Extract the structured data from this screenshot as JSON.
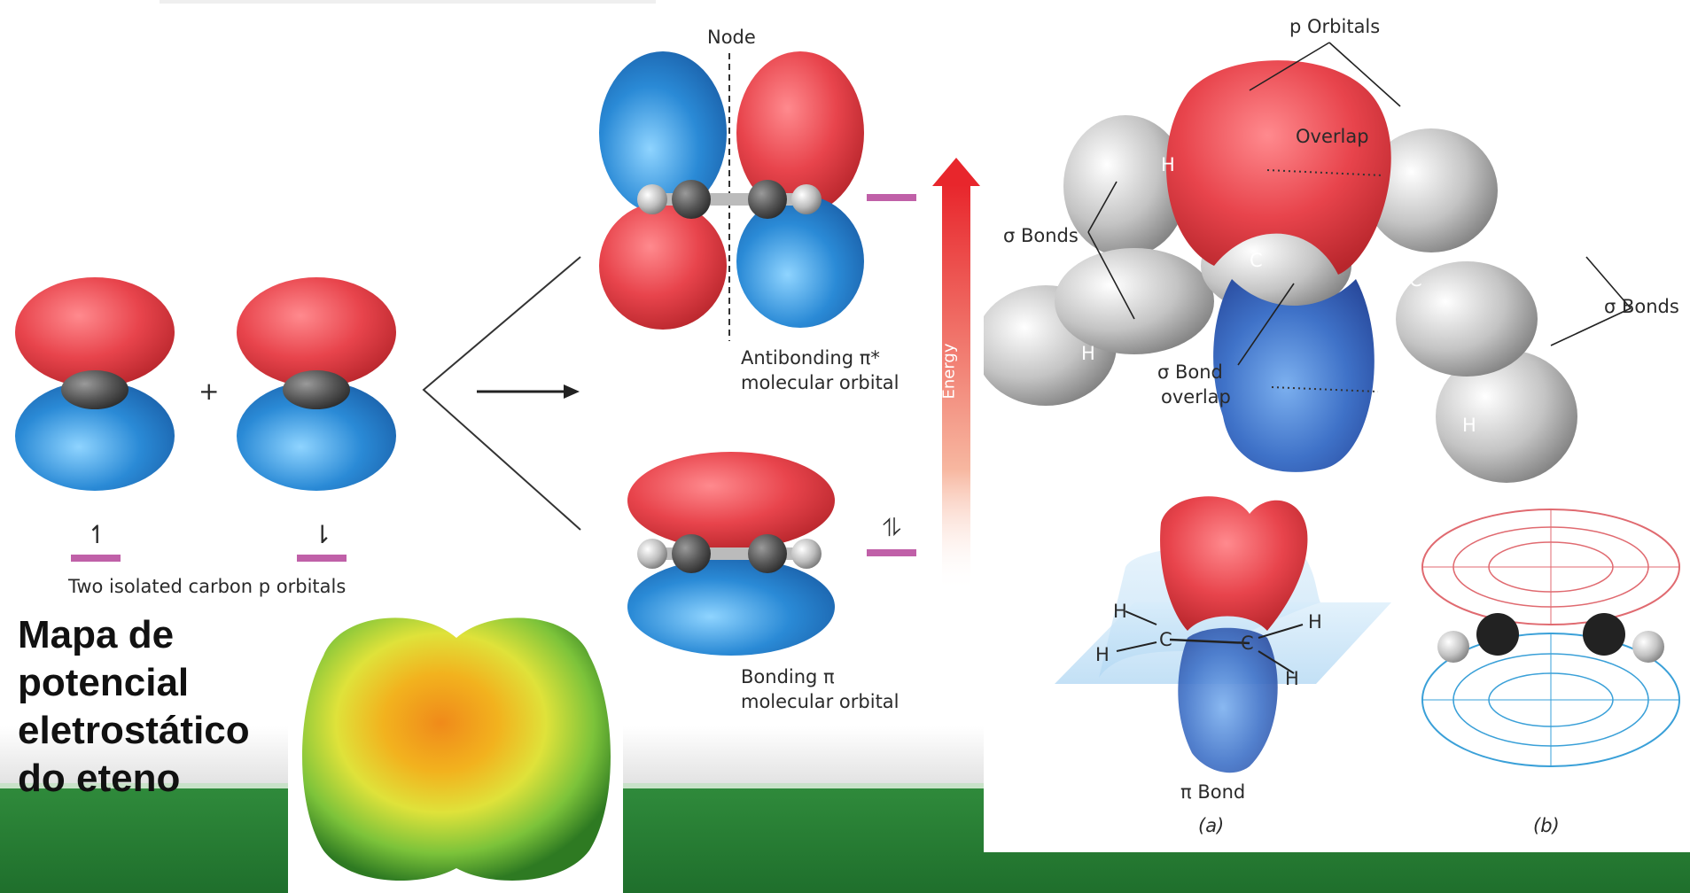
{
  "left_figure": {
    "node_label": "Node",
    "plus_sign": "+",
    "isolated_label": "Two isolated carbon p orbitals",
    "antibonding_line1": "Antibonding π*",
    "antibonding_line2": "molecular orbital",
    "bonding_line1": "Bonding π",
    "bonding_line2": "molecular orbital",
    "energy_label": "Energy",
    "electron_up": "↿",
    "electron_down": "⇂",
    "electron_pair": "⥮"
  },
  "mapa": {
    "line1": "Mapa de",
    "line2": "potencial",
    "line3": "eletrostático",
    "line4": "do eteno"
  },
  "right_figure": {
    "p_orbitals": "p Orbitals",
    "overlap": "Overlap",
    "sigma_bonds_left": "σ Bonds",
    "sigma_bonds_right": "σ Bonds",
    "sigma_bond_overlap_line1": "σ Bond",
    "sigma_bond_overlap_line2": "overlap",
    "atom_c": "C",
    "atom_h": "H",
    "pi_bond": "π Bond",
    "caption_a": "(a)",
    "caption_b": "(b)"
  },
  "colors": {
    "lobe_red": "#e8444c",
    "lobe_blue": "#2a8ad6",
    "level_bar": "#c060a8",
    "green_band": "#22742f",
    "energy_arrow": "#e8262c"
  }
}
